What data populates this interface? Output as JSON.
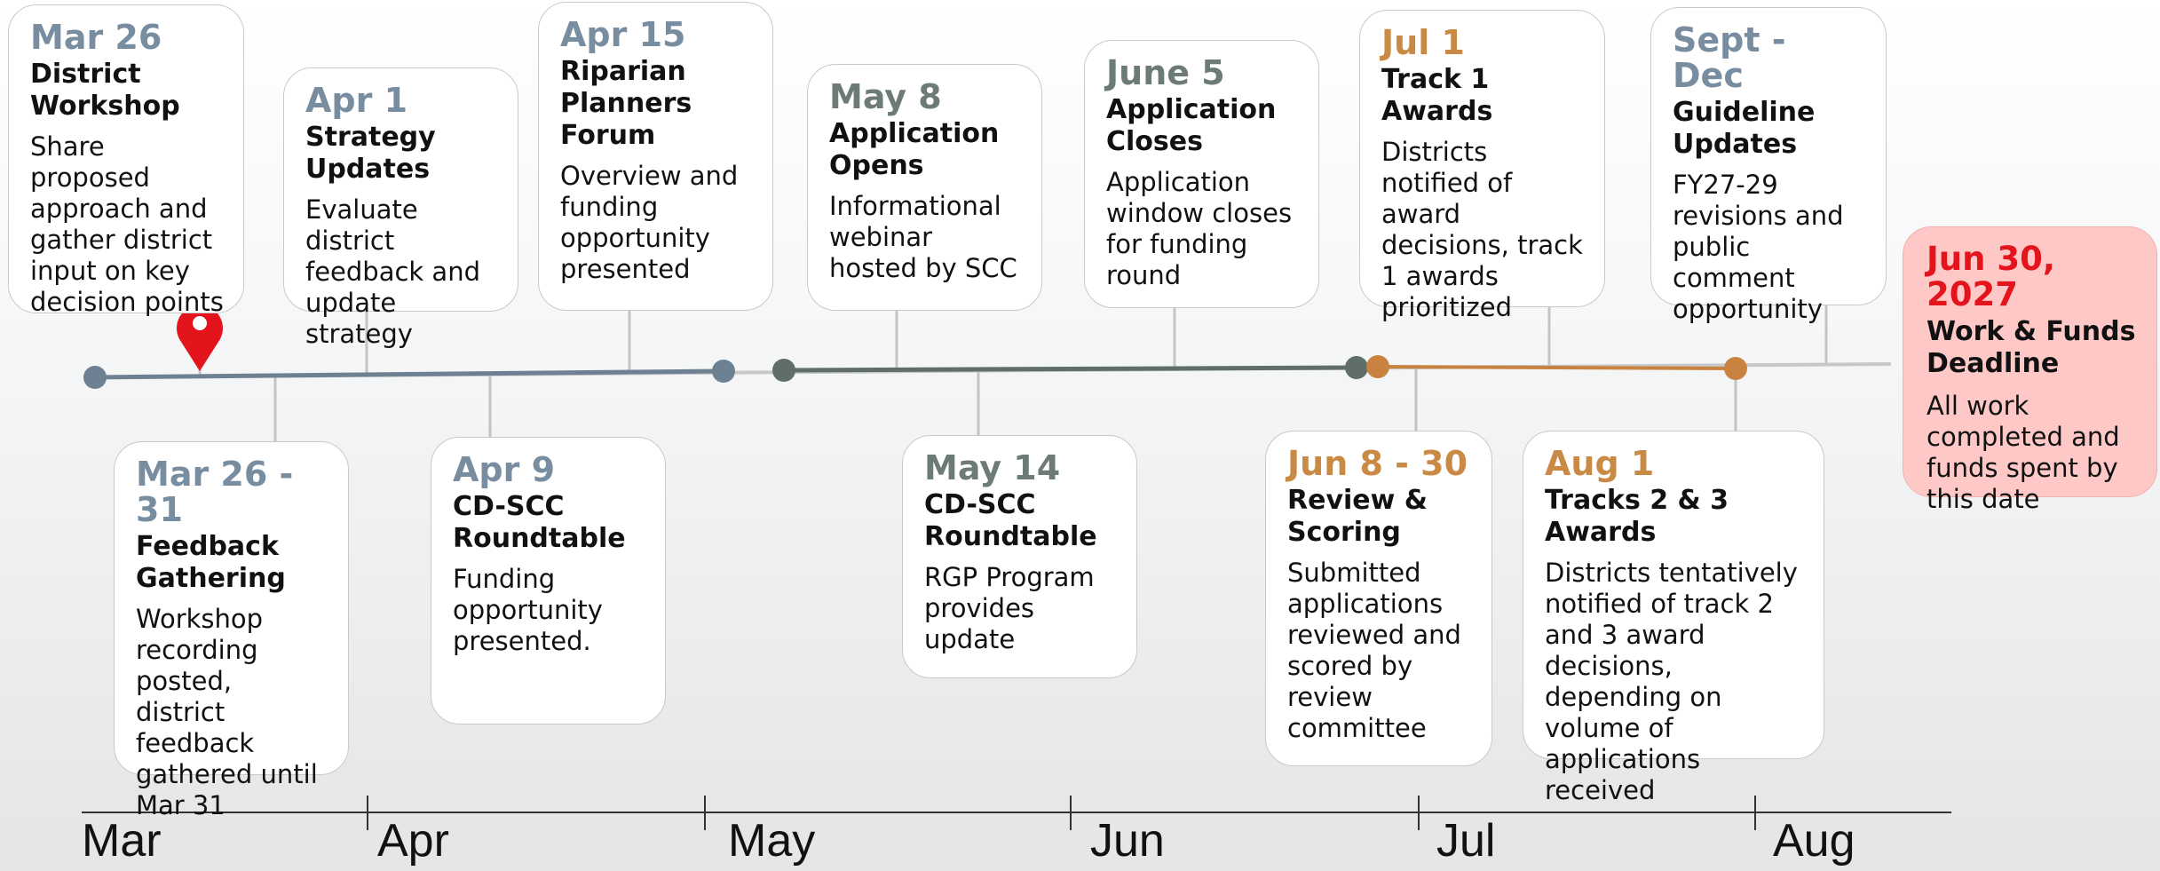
{
  "events": [
    {
      "id": "mar26",
      "date": "Mar 26",
      "title": "District Workshop",
      "desc": "Share proposed approach and gather district input on key decision points",
      "color": "slate"
    },
    {
      "id": "mar26-31",
      "date": "Mar 26 - 31",
      "title": "Feedback Gathering",
      "desc": "Workshop recording posted, district feedback gathered until Mar 31",
      "color": "slate"
    },
    {
      "id": "apr1",
      "date": "Apr 1",
      "title": "Strategy Updates",
      "desc": "Evaluate district feedback and update strategy",
      "color": "slate"
    },
    {
      "id": "apr9",
      "date": "Apr 9",
      "title": "CD-SCC Roundtable",
      "desc": "Funding opportunity presented.",
      "color": "slate"
    },
    {
      "id": "apr15",
      "date": "Apr 15",
      "title": "Riparian Planners Forum",
      "desc": "Overview and funding opportunity presented",
      "color": "slate"
    },
    {
      "id": "may8",
      "date": "May 8",
      "title": "Application Opens",
      "desc": "Informational webinar hosted by SCC",
      "color": "green"
    },
    {
      "id": "may14",
      "date": "May 14",
      "title": "CD-SCC Roundtable",
      "desc": "RGP Program provides update",
      "color": "green"
    },
    {
      "id": "jun5",
      "date": "June 5",
      "title": "Application Closes",
      "desc": "Application window closes for funding round",
      "color": "green"
    },
    {
      "id": "jun8-30",
      "date": "Jun 8 - 30",
      "title": "Review & Scoring",
      "desc": "Submitted applications reviewed and scored by review committee",
      "color": "orange"
    },
    {
      "id": "jul1",
      "date": "Jul 1",
      "title": "Track 1 Awards",
      "desc": "Districts notified of award decisions, track 1 awards prioritized",
      "color": "orange"
    },
    {
      "id": "aug1",
      "date": "Aug 1",
      "title": "Tracks 2 & 3 Awards",
      "desc": "Districts tentatively notified of track 2 and 3 award decisions, depending on volume of applications received",
      "color": "orange"
    },
    {
      "id": "sept-dec",
      "date": "Sept - Dec",
      "title": "Guideline Updates",
      "desc": "FY27-29 revisions and public comment opportunity",
      "color": "slate"
    },
    {
      "id": "jun30-2027",
      "date": "Jun 30, 2027",
      "title": "Work  &  Funds Deadline",
      "desc": "All work completed and funds spent by this date",
      "color": "red"
    }
  ],
  "months": [
    "Mar",
    "Apr",
    "May",
    "Jun",
    "Jul",
    "Aug"
  ],
  "colors": {
    "slate": "#6e8193",
    "green": "#5f6f68",
    "orange": "#c9823f",
    "red": "#e3141c",
    "light": "#c8c8c8",
    "connector": "#c4c4c4",
    "axis": "#333333"
  },
  "marker": "map-pin-icon"
}
